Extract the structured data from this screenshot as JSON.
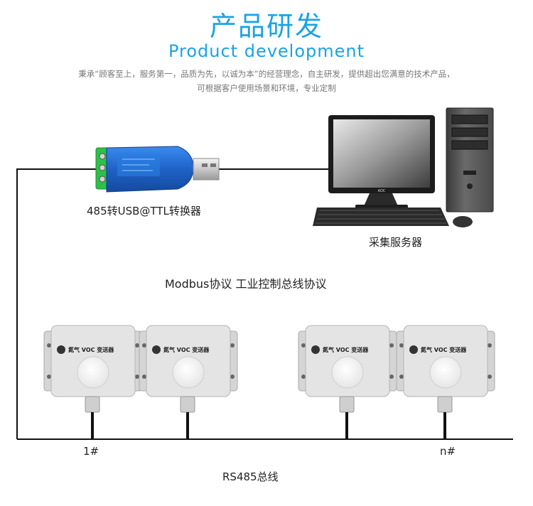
{
  "header": {
    "title_zh": "产品研发",
    "title_en": "Product development",
    "tagline_1": "秉承“顾客至上，服务第一，品质为先，以诚为本”的经营理念，自主研发，提供超出您满意的技术产品，",
    "tagline_2": "可根据客户使用场景和环境，专业定制"
  },
  "diagram": {
    "converter_label": "485转USB@TTL转换器",
    "server_label": "采集服务器",
    "protocol_label": "Modbus协议 工业控制总线协议",
    "bus_label": "RS485总线",
    "first_node_label": "1#",
    "last_node_label": "n#",
    "sensor_label": "氮气 VOC 变送器",
    "computer_brand": "AOC",
    "colors": {
      "accent": "#1aa3e6",
      "line": "#111111",
      "sensor_body": "#e4e4e4",
      "converter_blue": "#1f62c8",
      "terminal_green": "#2fbf4a"
    }
  }
}
